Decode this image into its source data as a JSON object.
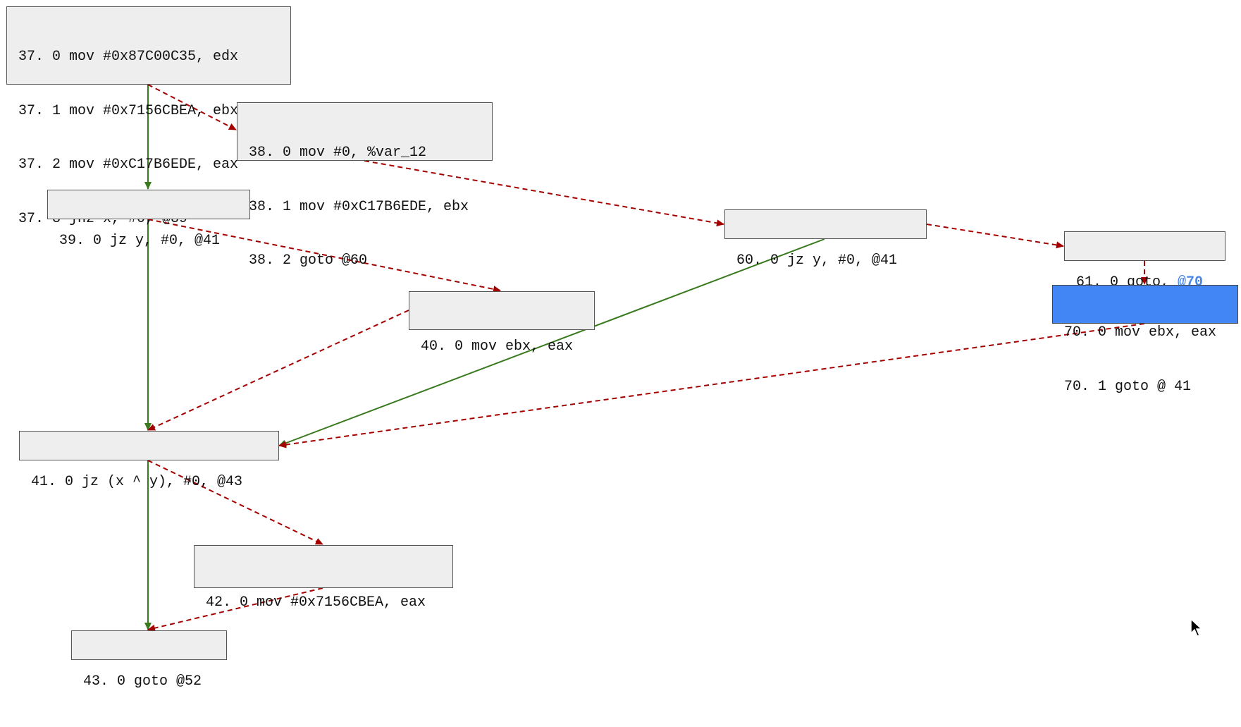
{
  "nodes": {
    "n37": [
      "37. 0 mov #0x87C00C35, edx",
      "37. 1 mov #0x7156CBEA, ebx",
      "37. 2 mov #0xC17B6EDE, eax",
      "37. 3 jnz x, #0, @39"
    ],
    "n38": [
      "38. 0 mov #0, %var_12",
      "38. 1 mov #0xC17B6EDE, ebx",
      "38. 2 goto @60"
    ],
    "n39": [
      "39. 0 jz y, #0, @41"
    ],
    "n40": [
      "40. 0 mov ebx, eax"
    ],
    "n41": [
      "41. 0 jz (x ^ y), #0, @43"
    ],
    "n42": [
      "42. 0 mov #0x7156CBEA, eax"
    ],
    "n43": [
      "43. 0 goto @52"
    ],
    "n60": [
      "60. 0 jz y, #0, @41"
    ],
    "n61": {
      "text": "61. 0 goto, ",
      "link": "@70"
    },
    "n70": [
      "70. 0 mov ebx, eax",
      "70. 1 goto @ 41"
    ]
  },
  "edges": [
    {
      "from": "37",
      "to": "39",
      "kind": "taken"
    },
    {
      "from": "37",
      "to": "38",
      "kind": "fallthrough"
    },
    {
      "from": "38",
      "to": "60",
      "kind": "fallthrough"
    },
    {
      "from": "39",
      "to": "41",
      "kind": "taken"
    },
    {
      "from": "39",
      "to": "40",
      "kind": "fallthrough"
    },
    {
      "from": "40",
      "to": "41",
      "kind": "fallthrough"
    },
    {
      "from": "60",
      "to": "41",
      "kind": "taken"
    },
    {
      "from": "60",
      "to": "61",
      "kind": "fallthrough"
    },
    {
      "from": "61",
      "to": "70",
      "kind": "fallthrough"
    },
    {
      "from": "70",
      "to": "41",
      "kind": "fallthrough"
    },
    {
      "from": "41",
      "to": "43",
      "kind": "taken"
    },
    {
      "from": "41",
      "to": "42",
      "kind": "fallthrough"
    },
    {
      "from": "42",
      "to": "43",
      "kind": "fallthrough"
    }
  ],
  "colors": {
    "taken": "#3a7a1e",
    "fallthrough": "#a50000",
    "node_fill": "#eeeeee",
    "selected_fill": "#4285f4",
    "link": "#4a86e8"
  },
  "selected_node": "70"
}
